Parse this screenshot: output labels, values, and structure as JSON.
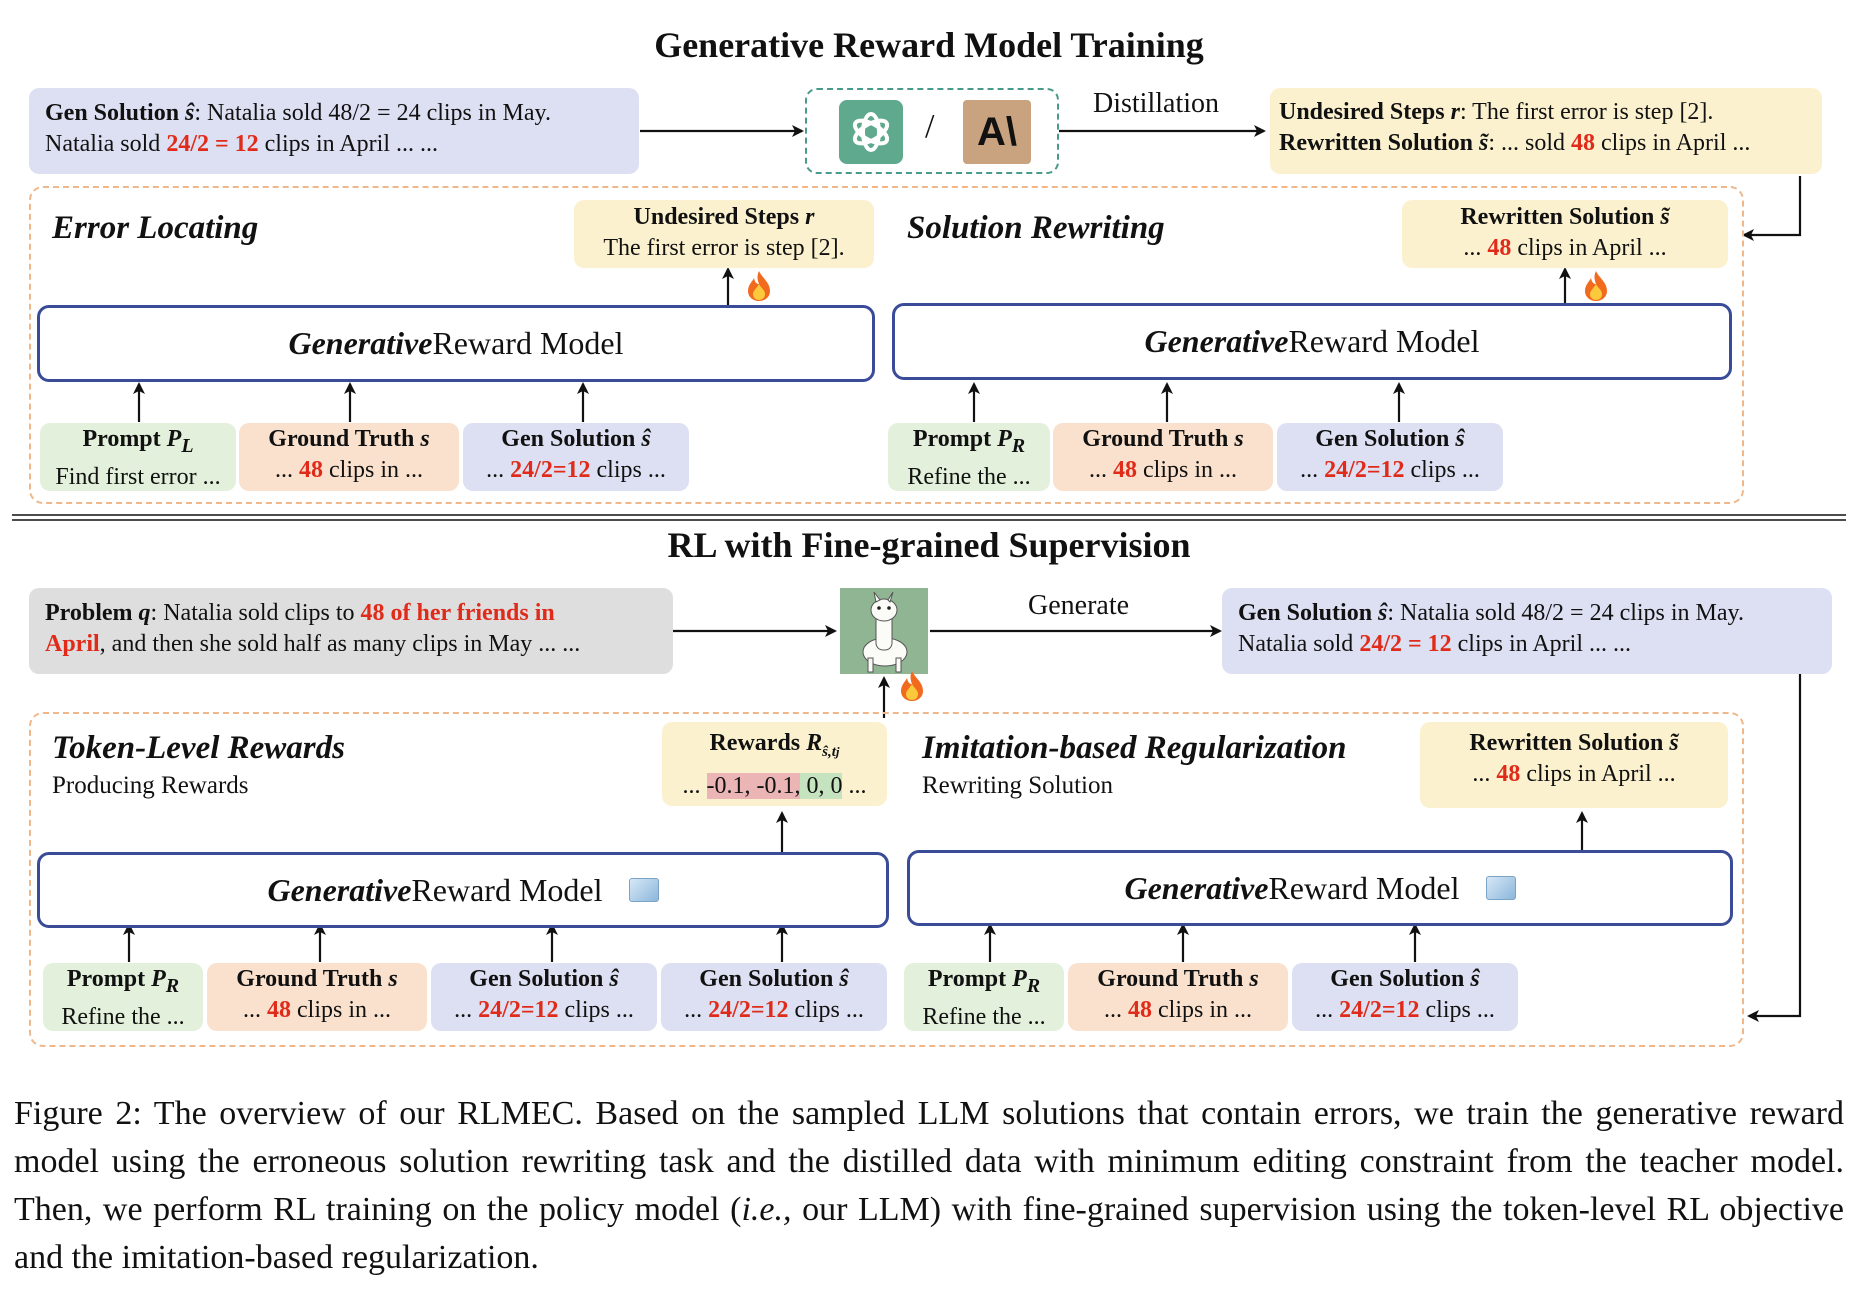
{
  "training": {
    "title": "Generative Reward Model Training",
    "gen_solution_box": {
      "label": "Gen Solution",
      "sym": "ŝ",
      "line1": ": Natalia sold 48/2 = 24 clips in May.",
      "line2_pre": "Natalia sold ",
      "line2_red": "24/2 = 12",
      "line2_post": " clips in April ... ..."
    },
    "distill_label": "Distillation",
    "teacher_sep": "/",
    "teacher_logo_text": "A\\",
    "distilled_box": {
      "line1_label": "Undesired Steps",
      "line1_sym": "r",
      "line1_text": ": The first error is step [2].",
      "line2_label": "Rewritten Solution",
      "line2_sym": "s̃",
      "line2_pre": ": ... sold ",
      "line2_red": "48",
      "line2_post": " clips in April ..."
    },
    "left": {
      "heading": "Error Locating",
      "output_label": "Undesired Steps",
      "output_sym": "r",
      "output_text": "The first error is step [2].",
      "model_italic": "Generative",
      "model_rest": " Reward Model",
      "inputs": [
        {
          "label": "Prompt",
          "sym": "P",
          "sub": "L",
          "pre": "Find first error ...",
          "red": "",
          "post": ""
        },
        {
          "label": "Ground Truth",
          "sym": "s",
          "sub": "",
          "pre": "... ",
          "red": "48",
          "post": " clips in ..."
        },
        {
          "label": "Gen Solution",
          "sym": "ŝ",
          "sub": "",
          "pre": "... ",
          "red": "24/2=12",
          "post": " clips ..."
        }
      ]
    },
    "right": {
      "heading": "Solution Rewriting",
      "output_label": "Rewritten Solution",
      "output_sym": "s̃",
      "output_pre": "... ",
      "output_red": "48",
      "output_post": " clips in April ...",
      "model_italic": "Generative",
      "model_rest": " Reward Model",
      "inputs": [
        {
          "label": "Prompt",
          "sym": "P",
          "sub": "R",
          "pre": "Refine the ...",
          "red": "",
          "post": ""
        },
        {
          "label": "Ground Truth",
          "sym": "s",
          "sub": "",
          "pre": "... ",
          "red": "48",
          "post": " clips in ..."
        },
        {
          "label": "Gen Solution",
          "sym": "ŝ",
          "sub": "",
          "pre": "... ",
          "red": "24/2=12",
          "post": " clips ..."
        }
      ]
    }
  },
  "rl": {
    "title": "RL with Fine-grained Supervision",
    "problem_box": {
      "label": "Problem",
      "sym": "q",
      "line1_pre": ": Natalia sold clips to ",
      "line1_red": "48 of her friends in",
      "line2_red": "April",
      "line2_post": ", and then she sold half as many clips in May ... ..."
    },
    "generate_label": "Generate",
    "gen_solution_box": {
      "label": "Gen Solution",
      "sym": "ŝ",
      "line1": ": Natalia sold 48/2 = 24 clips in May.",
      "line2_pre": "Natalia sold ",
      "line2_red": "24/2 = 12",
      "line2_post": " clips in April ... ..."
    },
    "left": {
      "heading": "Token-Level Rewards",
      "subheading": "Producing Rewards",
      "output_label": "Rewards",
      "output_sym": "R",
      "output_sub": "ŝ,t",
      "output_sub2": "j",
      "rewards_pre": "... ",
      "rewards_neg": "-0.1, -0.1,",
      "rewards_pos": " 0, 0",
      "rewards_post": " ...",
      "model_italic": "Generative",
      "model_rest": " Reward Model",
      "inputs": [
        {
          "label": "Prompt",
          "sym": "P",
          "sub": "R",
          "pre": "Refine the ...",
          "red": "",
          "post": ""
        },
        {
          "label": "Ground Truth",
          "sym": "s",
          "sub": "",
          "pre": "... ",
          "red": "48",
          "post": " clips in ..."
        },
        {
          "label": "Gen Solution",
          "sym": "ŝ",
          "sub": "",
          "pre": "... ",
          "red": "24/2=12",
          "post": " clips ..."
        },
        {
          "label": "Gen Solution",
          "sym": "ŝ",
          "sub": "",
          "pre": "... ",
          "red": "24/2=12",
          "post": " clips ..."
        }
      ]
    },
    "right": {
      "heading": "Imitation-based Regularization",
      "subheading": "Rewriting Solution",
      "output_label": "Rewritten Solution",
      "output_sym": "s̃",
      "output_pre": "... ",
      "output_red": "48",
      "output_post": " clips in April ...",
      "model_italic": "Generative",
      "model_rest": " Reward Model",
      "inputs": [
        {
          "label": "Prompt",
          "sym": "P",
          "sub": "R",
          "pre": "Refine the ...",
          "red": "",
          "post": ""
        },
        {
          "label": "Ground Truth",
          "sym": "s",
          "sub": "",
          "pre": "... ",
          "red": "48",
          "post": " clips in ..."
        },
        {
          "label": "Gen Solution",
          "sym": "ŝ",
          "sub": "",
          "pre": "... ",
          "red": "24/2=12",
          "post": " clips ..."
        }
      ]
    }
  },
  "caption": {
    "prefix": "Figure 2: The overview of our RLMEC. Based on the sampled LLM solutions that contain errors, we train the generative reward model using the erroneous solution rewriting task and the distilled data with minimum editing constraint from the teacher model.  Then, we perform RL training on the policy model (",
    "italic": "i.e.,",
    "suffix": " our LLM) with fine-grained supervision using the token-level RL objective and the imitation-based regularization."
  },
  "icons": {
    "fire": "fire-icon",
    "frozen": "ice-cube-icon",
    "openai": "openai-logo",
    "anthropic": "anthropic-logo",
    "llama": "llama-icon"
  }
}
